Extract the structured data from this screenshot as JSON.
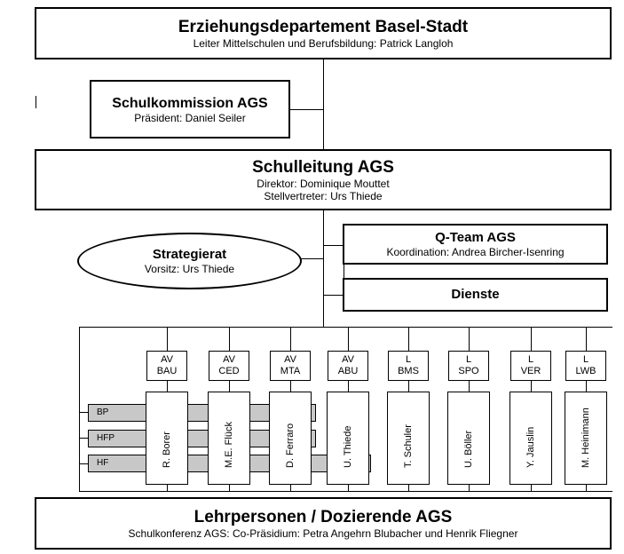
{
  "top": {
    "title": "Erziehungsdepartement Basel-Stadt",
    "subtitle": "Leiter Mittelschulen und Berufsbildung: Patrick Langloh"
  },
  "kommission": {
    "title": "Schulkommission AGS",
    "subtitle": "Präsident: Daniel Seiler"
  },
  "schulleitung": {
    "title": "Schulleitung AGS",
    "line1": "Direktor: Dominique Mouttet",
    "line2": "Stellvertreter: Urs Thiede"
  },
  "qteam": {
    "title": "Q-Team AGS",
    "subtitle": "Koordination: Andrea Bircher-Isenring"
  },
  "strategierat": {
    "title": "Strategierat",
    "subtitle": "Vorsitz: Urs Thiede"
  },
  "dienste": {
    "title": "Dienste"
  },
  "departments": [
    {
      "role": "AV",
      "code": "BAU",
      "person": "R. Borer"
    },
    {
      "role": "AV",
      "code": "CED",
      "person": "M.E. Flück"
    },
    {
      "role": "AV",
      "code": "MTA",
      "person": "D. Ferraro"
    },
    {
      "role": "AV",
      "code": "ABU",
      "person": "U. Thiede"
    },
    {
      "role": "L",
      "code": "BMS",
      "person": "T. Schuler"
    },
    {
      "role": "L",
      "code": "SPO",
      "person": "U. Böller"
    },
    {
      "role": "L",
      "code": "VER",
      "person": "Y. Jauslin"
    },
    {
      "role": "L",
      "code": "LWB",
      "person": "M. Heinimann"
    }
  ],
  "programs": [
    "BP",
    "HFP",
    "HF"
  ],
  "bottom": {
    "title": "Lehrpersonen / Dozierende AGS",
    "subtitle": "Schulkonferenz AGS: Co-Präsidium: Petra Angehrn Blubacher und Henrik Fliegner"
  }
}
